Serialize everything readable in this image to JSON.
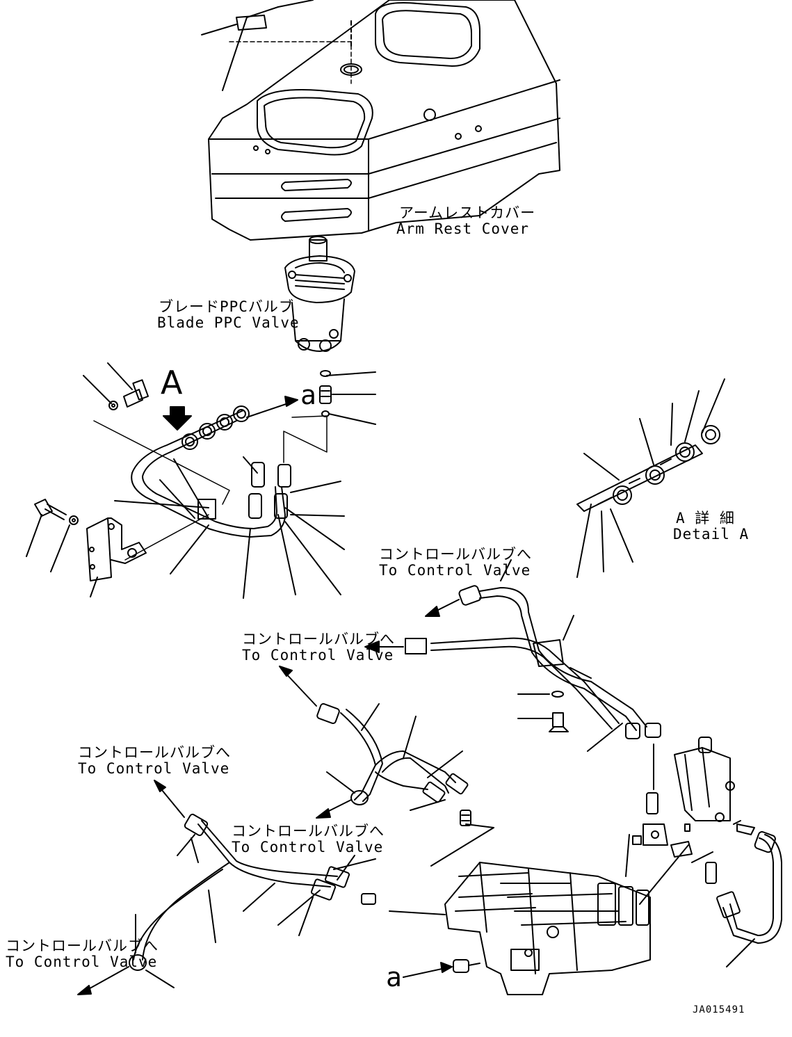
{
  "labels": {
    "arm_rest_cover": {
      "ja": "アームレストカバー",
      "en": "Arm Rest Cover"
    },
    "blade_ppc_valve": {
      "ja": "ブレードPPCバルブ",
      "en": "Blade PPC Valve"
    },
    "detail_a": {
      "ja": "A 詳 細",
      "en": "Detail A"
    },
    "to_control_valve_1": {
      "ja": "コントロールバルブへ",
      "en": "To Control Valve"
    },
    "to_control_valve_2": {
      "ja": "コントロールバルブへ",
      "en": "To Control Valve"
    },
    "to_control_valve_3": {
      "ja": "コントロールバルブへ",
      "en": "To Control Valve"
    },
    "to_control_valve_4": {
      "ja": "コントロールバルブへ",
      "en": "To Control Valve"
    },
    "to_control_valve_5": {
      "ja": "コントロールバルブへ",
      "en": "To Control Valve"
    }
  },
  "view_marker": "A",
  "connection_marker_top": "a",
  "connection_marker_bottom": "a",
  "drawing_code": "JA015491"
}
